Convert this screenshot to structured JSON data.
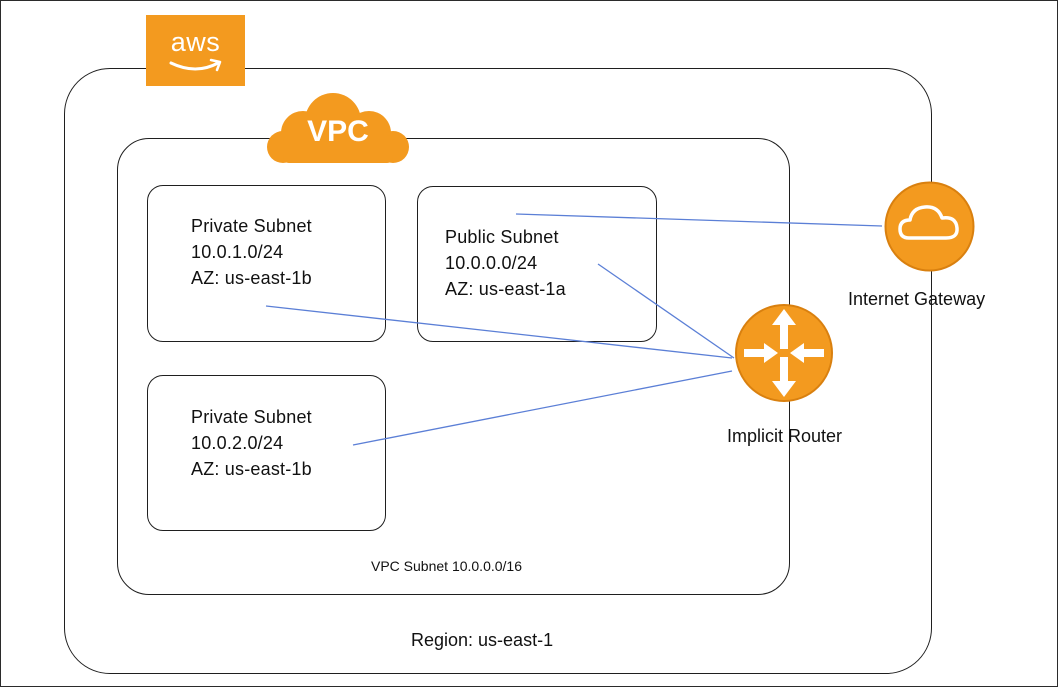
{
  "logo": {
    "text": "aws"
  },
  "vpc_badge": {
    "text": "VPC"
  },
  "subnets": [
    {
      "name": "Private Subnet",
      "cidr": "10.0.1.0/24",
      "az": "AZ: us-east-1b"
    },
    {
      "name": "Public Subnet",
      "cidr": "10.0.0.0/24",
      "az": "AZ: us-east-1a"
    },
    {
      "name": "Private Subnet",
      "cidr": "10.0.2.0/24",
      "az": "AZ: us-east-1b"
    }
  ],
  "internet_gateway": {
    "label": "Internet Gateway",
    "icon": "cloud-icon"
  },
  "router": {
    "label": "Implicit Router",
    "icon": "router-arrows-icon"
  },
  "vpc": {
    "cidr_label": "VPC Subnet 10.0.0.0/16"
  },
  "region": {
    "label": "Region: us-east-1"
  },
  "colors": {
    "aws_orange": "#F39A1F",
    "connector_blue": "#5B7FD6",
    "border": "#1F1F1F"
  }
}
